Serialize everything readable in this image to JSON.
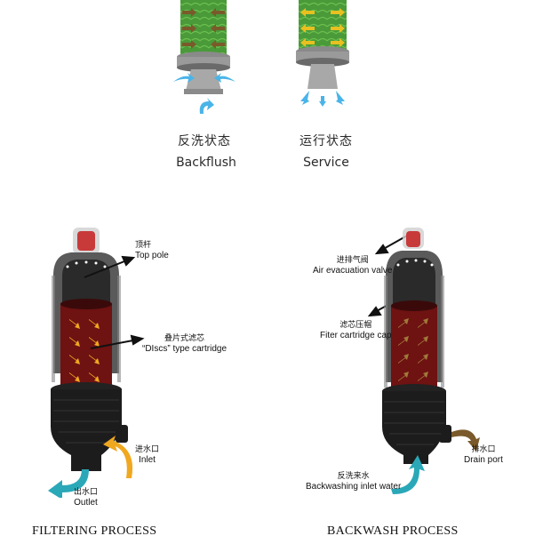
{
  "top_section": {
    "backflush": {
      "label_cn": "反洗状态",
      "label_en": "Backflush"
    },
    "service": {
      "label_cn": "运行状态",
      "label_en": "Service"
    }
  },
  "filtering": {
    "title": "FILTERING PROCESS",
    "labels": {
      "top_pole": {
        "cn": "顶杆",
        "en": "Top pole"
      },
      "cartridge": {
        "cn": "叠片式滤芯",
        "en": "“DIscs” type cartridge"
      },
      "inlet": {
        "cn": "进水口",
        "en": "Inlet"
      },
      "outlet": {
        "cn": "出水口",
        "en": "Outlet"
      }
    }
  },
  "backwash": {
    "title": "BACKWASH PROCESS",
    "labels": {
      "air_valve": {
        "cn": "进排气阀",
        "en": "Air evacuation valve"
      },
      "cartridge_cap": {
        "cn": "滤芯压帽",
        "en": "Fiter cartridge cap"
      },
      "drain": {
        "cn": "排水口",
        "en": "Drain port"
      },
      "backwash_inlet": {
        "cn": "反洗来水",
        "en": "Backwashing inlet water"
      }
    }
  },
  "colors": {
    "cartridge_green": "#4a9a3a",
    "cartridge_red": "#6e1212",
    "arrow_orange": "#f0a820",
    "arrow_brown": "#7a5a2a",
    "arrow_blue": "#4ab4e8",
    "arrow_teal": "#2aa8b8",
    "housing_black": "#1c1c1c"
  }
}
